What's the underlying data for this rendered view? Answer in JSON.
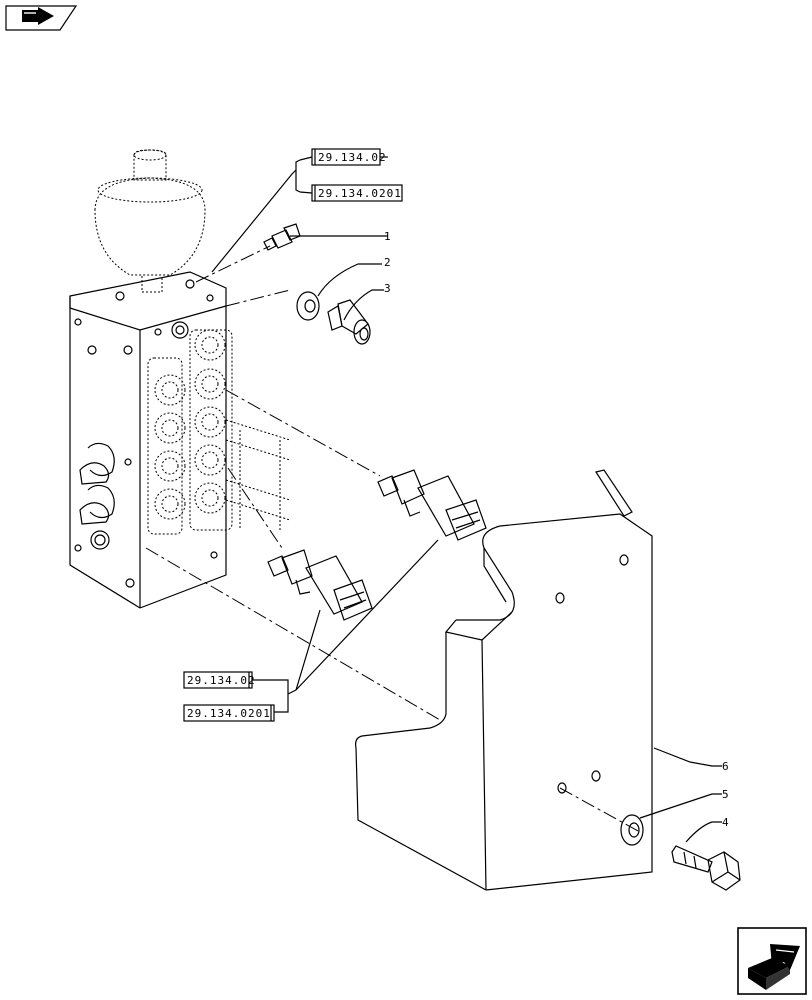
{
  "nav": {
    "back_icon": "back-arrow-icon",
    "forward_icon": "forward-arrow-icon"
  },
  "references": {
    "top_primary": "29.134.02",
    "top_secondary": "29.134.0201",
    "bottom_primary": "29.134.02",
    "bottom_secondary": "29.134.0201"
  },
  "callouts": [
    "1",
    "2",
    "3",
    "4",
    "5",
    "6"
  ]
}
